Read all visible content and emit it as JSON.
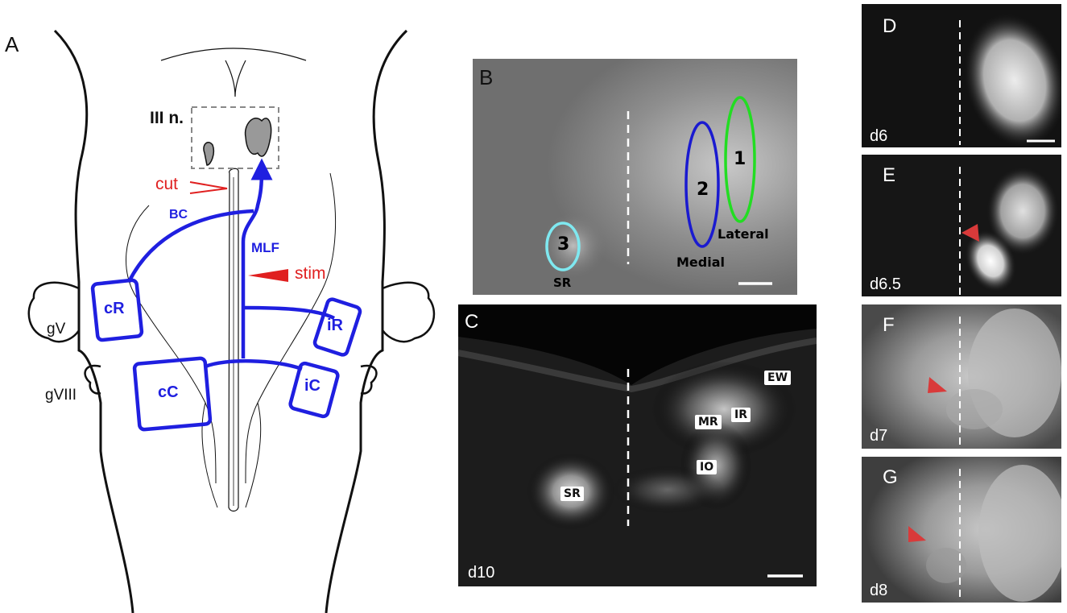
{
  "panel_a": {
    "letter": "A",
    "nucleus_label": "III n.",
    "cut_label": "cut",
    "stim_label": "stim",
    "bc_label": "BC",
    "mlf_label": "MLF",
    "gv_label": "gV",
    "gviii_label": "gVIII",
    "regions": {
      "cR": "cR",
      "iR": "iR",
      "cC": "cC",
      "iC": "iC"
    },
    "colors": {
      "pathway": "#1f1fe0",
      "lesion": "#e02020",
      "outline": "#111111"
    }
  },
  "panel_b": {
    "letter": "B",
    "ovals": {
      "one": "1",
      "two": "2",
      "three": "3"
    },
    "labels": {
      "lateral": "Lateral",
      "medial": "Medial",
      "sr": "SR"
    },
    "colors": {
      "lateral": "#22dd22",
      "medial": "#1a1ad0",
      "sr": "#7fe8f0"
    }
  },
  "panel_c": {
    "letter": "C",
    "day": "d10",
    "tags": {
      "ew": "EW",
      "mr": "MR",
      "ir": "IR",
      "io": "IO",
      "sr": "SR"
    }
  },
  "panels_right": [
    {
      "letter": "D",
      "day": "d6"
    },
    {
      "letter": "E",
      "day": "d6.5"
    },
    {
      "letter": "F",
      "day": "d7"
    },
    {
      "letter": "G",
      "day": "d8"
    }
  ],
  "arrow_color": "#d93a3a"
}
